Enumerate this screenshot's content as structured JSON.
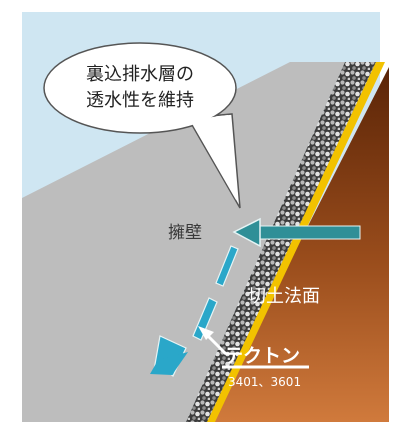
{
  "callout": {
    "line1": "裏込排水層の",
    "line2": "透水性を維持"
  },
  "labels": {
    "wall": "擁壁",
    "cut_slope": "切土法面",
    "product_name": "テクトン",
    "product_codes": "3401、3601"
  },
  "colors": {
    "sky": "#cfe6f2",
    "wall": "#bfbfbf",
    "soil_top": "#5a2407",
    "soil_bottom": "#d07a3c",
    "geotextile": "#f2c200",
    "drain_arrow": "#2aa7c9",
    "seep_arrow": "#2f8f97"
  },
  "icons": [
    "gravel-drain-layer",
    "seepage-arrow",
    "drainage-flow-arrow",
    "pointer-arrow"
  ]
}
